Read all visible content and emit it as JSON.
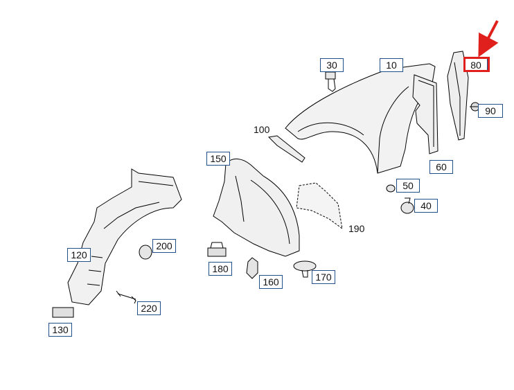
{
  "diagram": {
    "highlight_color": "#e0201c",
    "callout_border_color": "#1f4f8a",
    "part_labels": {
      "p10": "10",
      "p30": "30",
      "p40": "40",
      "p50": "50",
      "p60": "60",
      "p80": "80",
      "p90": "90",
      "p100": "100",
      "p120": "120",
      "p130": "130",
      "p150": "150",
      "p160": "160",
      "p170": "170",
      "p180": "180",
      "p190": "190",
      "p200": "200",
      "p220": "220"
    },
    "highlighted_part": "80"
  }
}
